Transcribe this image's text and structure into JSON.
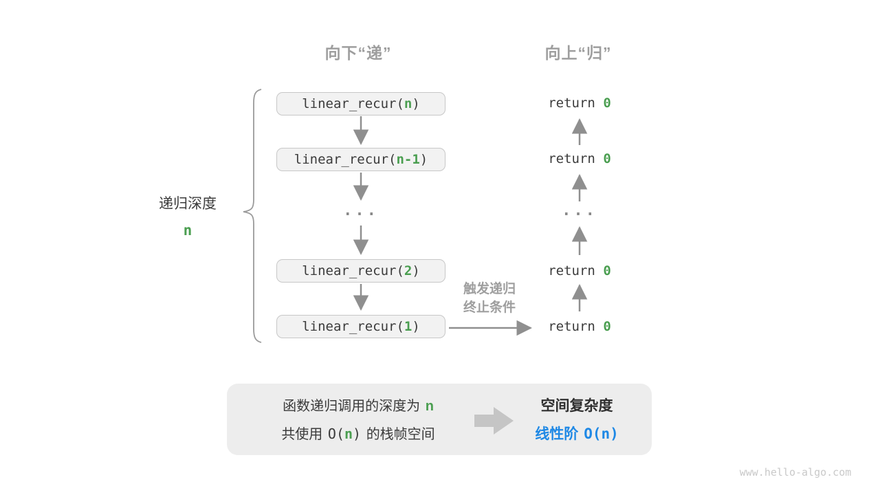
{
  "colors": {
    "green": "#4A9E50",
    "blue": "#1E88E5",
    "gray_label": "#9E9E9E",
    "arrow": "#8F8F8F",
    "box_fill": "#F2F2F2",
    "box_border": "#C7C7C7",
    "code_text": "#3B3B3B",
    "panel_fill": "#EDEDED",
    "watermark": "#C9C9C9"
  },
  "headers": {
    "down": "向下“递”",
    "up": "向上“归”"
  },
  "depth": {
    "label": "递归深度",
    "value": "n"
  },
  "stack": {
    "boxes": [
      {
        "fn": "linear_recur(",
        "arg": "n",
        "close": ")"
      },
      {
        "fn": "linear_recur(",
        "arg": "n-1",
        "close": ")"
      },
      {
        "fn": "linear_recur(",
        "arg": "2",
        "close": ")"
      },
      {
        "fn": "linear_recur(",
        "arg": "1",
        "close": ")"
      }
    ],
    "ellipsis": "..."
  },
  "returns": {
    "keyword": "return ",
    "value": "0",
    "ellipsis": "..."
  },
  "terminate": {
    "line1": "触发递归",
    "line2": "终止条件"
  },
  "summary": {
    "line1_text": "函数递归调用的深度为",
    "line1_var": "n",
    "line2_pre": "共使用",
    "line2_o_open": "O(",
    "line2_var": "n",
    "line2_o_close": ")",
    "line2_post": "的栈帧空间",
    "result_title": "空间复杂度",
    "result_label": "线性阶",
    "result_big_o": "O(n)"
  },
  "watermark": "www.hello-algo.com"
}
